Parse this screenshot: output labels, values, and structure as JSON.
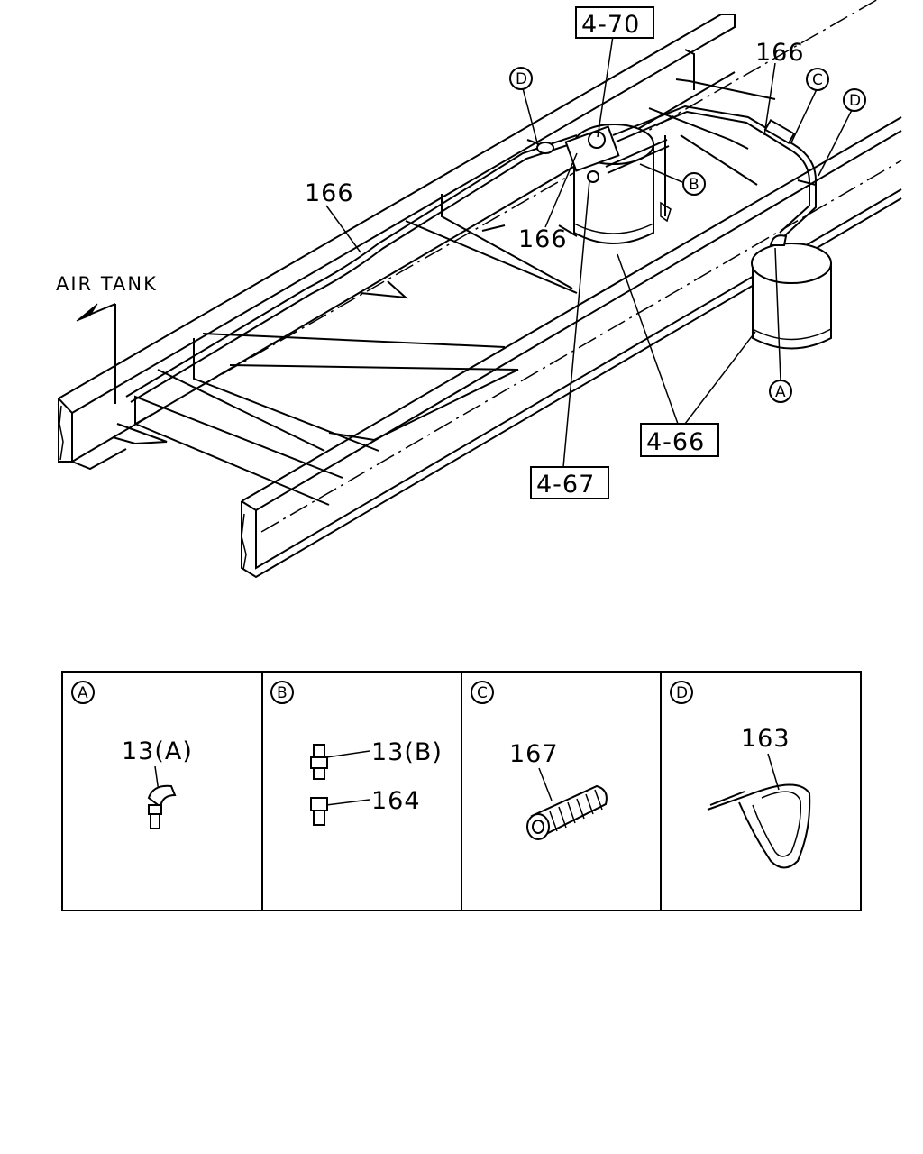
{
  "diagram": {
    "air_tank_label": "AIR TANK",
    "callouts": {
      "ref_4_70": "4-70",
      "ref_4_66": "4-66",
      "ref_4_67": "4-67",
      "part_166_top": "166",
      "part_166_left": "166",
      "part_166_center": "166"
    },
    "circle_markers": {
      "D_left": "D",
      "D_right": "D",
      "C_top": "C",
      "B_mid": "B",
      "A_bottom": "A"
    }
  },
  "detail_panels": [
    {
      "letter": "A",
      "parts": [
        "13(A)"
      ]
    },
    {
      "letter": "B",
      "parts": [
        "13(B)",
        "164"
      ]
    },
    {
      "letter": "C",
      "parts": [
        "167"
      ]
    },
    {
      "letter": "D",
      "parts": [
        "163"
      ]
    }
  ]
}
